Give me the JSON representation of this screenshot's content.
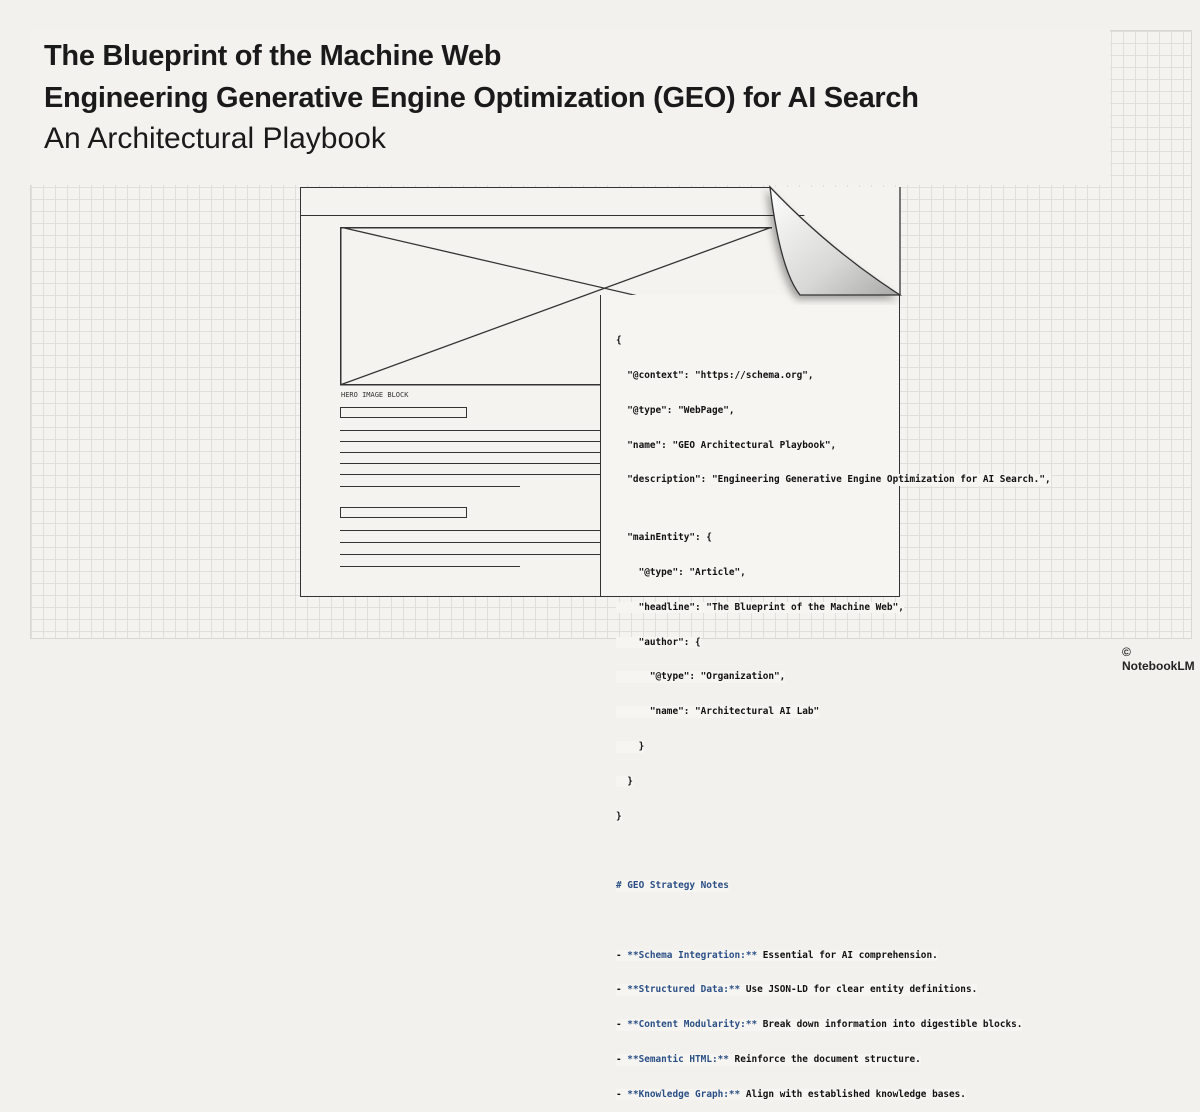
{
  "title": {
    "line1": "The Blueprint of the Machine Web",
    "line2": "Engineering Generative Engine Optimization (GEO) for AI Search",
    "subtitle": "An Architectural Playbook"
  },
  "wireframe": {
    "hero_label": "HERO IMAGE BLOCK"
  },
  "code": {
    "json_lines": [
      "{",
      "  \"@context\": \"https://schema.org\",",
      "  \"@type\": \"WebPage\",",
      "  \"name\": \"GEO Architectural Playbook\",",
      "  \"description\": \"Engineering Generative Engine Optimization for AI Search.\",",
      " ",
      "  \"mainEntity\": {",
      "    \"@type\": \"Article\",",
      "    \"headline\": \"The Blueprint of the Machine Web\",",
      "    \"author\": {",
      "      \"@type\": \"Organization\",",
      "      \"name\": \"Architectural AI Lab\"",
      "    }",
      "  }",
      "}"
    ],
    "notes_heading": "# GEO Strategy Notes",
    "notes": [
      {
        "key": "**Schema Integration:**",
        "text": " Essential for AI comprehension."
      },
      {
        "key": "**Structured Data:**",
        "text": " Use JSON-LD for clear entity definitions."
      },
      {
        "key": "**Content Modularity:**",
        "text": " Break down information into digestible blocks."
      },
      {
        "key": "**Semantic HTML:**",
        "text": " Reinforce the document structure."
      },
      {
        "key": "**Knowledge Graph:**",
        "text": " Align with established knowledge bases."
      }
    ]
  },
  "colors": {
    "accent": "#2b4f86",
    "ink": "#1a1a1a",
    "background": "#f2f1ed"
  },
  "credit": "© NotebookLM"
}
